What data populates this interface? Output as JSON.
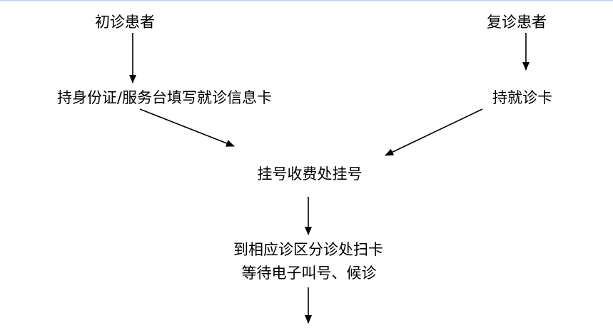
{
  "flow": {
    "new_patient": "初诊患者",
    "return_patient": "复诊患者",
    "fill_card": "持身份证/服务台填写就诊信息卡",
    "hold_card": "持就诊卡",
    "register": "挂号收费处挂号",
    "scan_line1": "到相应诊区分诊处扫卡",
    "scan_line2": "等待电子叫号、候诊"
  },
  "colors": {
    "line": "#000000",
    "top_rule": "#c8d8ec"
  }
}
